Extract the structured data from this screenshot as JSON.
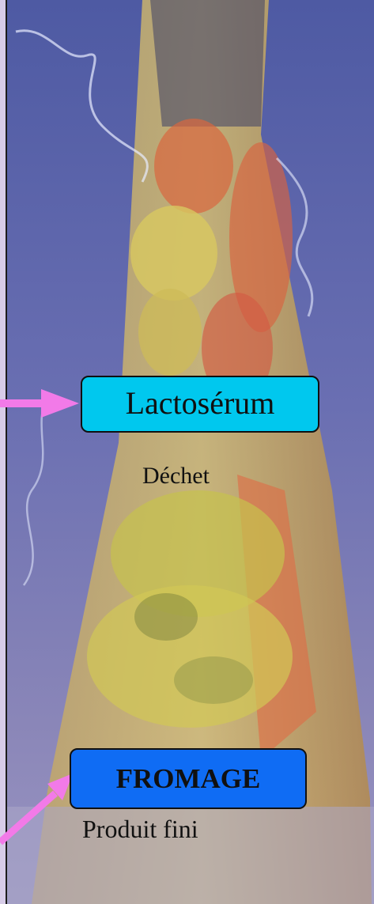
{
  "nodes": {
    "lactoserum": "Lactosérum",
    "dechet": "Déchet",
    "fromage": "FROMAGE",
    "produit_fini": "Produit fini"
  },
  "colors": {
    "lactoserum_box": "#00c8ee",
    "fromage_box": "#0f6cf4",
    "arrow": "#f27ae8",
    "left_panel": "#d7cce8"
  }
}
